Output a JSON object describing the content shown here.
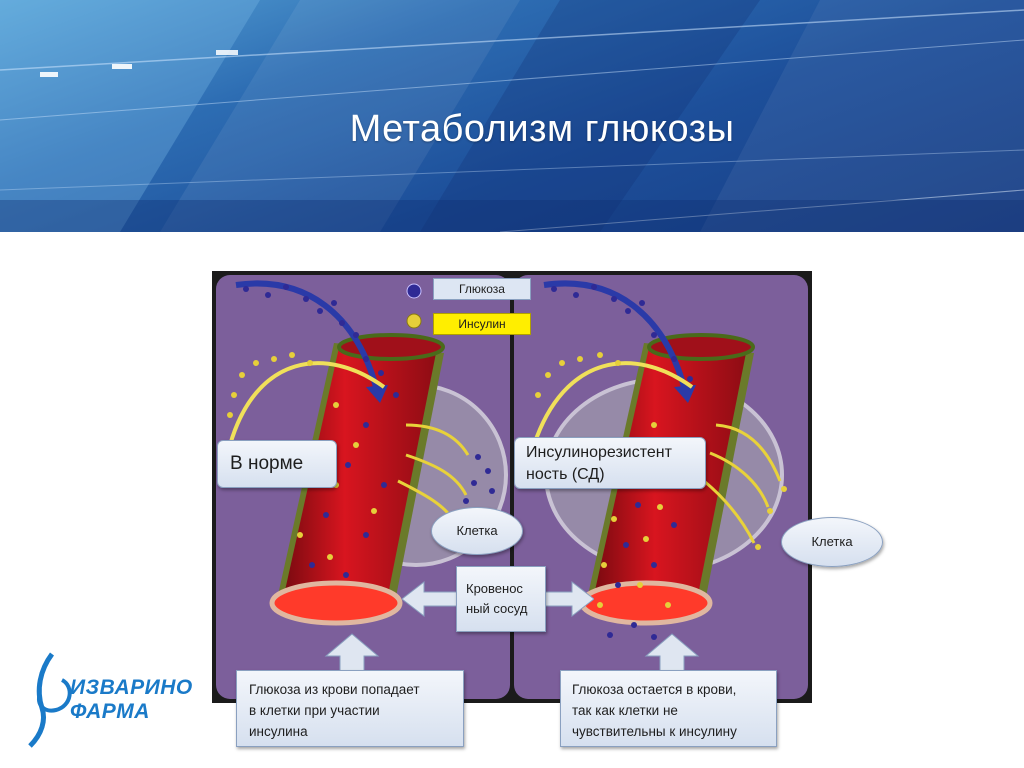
{
  "slide": {
    "title": "Метаболизм глюкозы"
  },
  "legend": {
    "glucose_label": "Глюкоза",
    "insulin_label": "Инсулин"
  },
  "labels": {
    "normal": "В норме",
    "resistance_line1": "Инсулинорезистент",
    "resistance_line2": "ность (СД)",
    "cell_left": "Клетка",
    "cell_right": "Клетка",
    "vessel_line1": "Кровенос",
    "vessel_line2": "ный сосуд",
    "bottom_left_line1": "Глюкоза из крови попадает",
    "bottom_left_line2": "в клетки при участии",
    "bottom_left_line3": "инсулина",
    "bottom_right_line1": "Глюкоза остается в крови,",
    "bottom_right_line2": "так как клетки не",
    "bottom_right_line3": "чувствительны к инсулину"
  },
  "logo": {
    "line1": "ИЗВАРИНО",
    "line2": "ФАРМА"
  },
  "colors": {
    "glucose": "#3a2f9e",
    "insulin": "#e8d23a",
    "vessel": "#c8101a",
    "background": "#7a5a96"
  }
}
